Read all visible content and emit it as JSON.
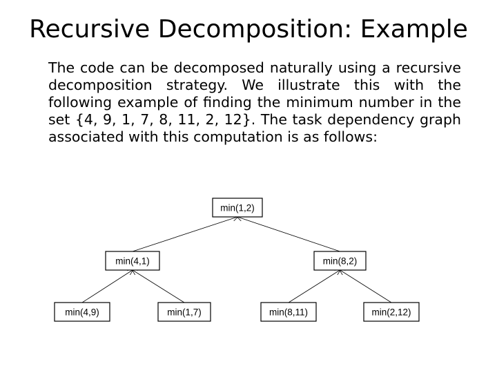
{
  "slide": {
    "title": "Recursive Decomposition: Example",
    "body": "The code can be decomposed naturally using a recursive decomposition strategy. We illustrate this with the following example of finding the minimum number in the set {4, 9, 1, 7, 8, 11, 2, 12}. The task dependency graph associated with this computation is as follows:"
  },
  "graph": {
    "nodes": [
      {
        "id": "root",
        "label": "min(1,2)"
      },
      {
        "id": "left",
        "label": "min(4,1)"
      },
      {
        "id": "right",
        "label": "min(8,2)"
      },
      {
        "id": "ll",
        "label": "min(4,9)"
      },
      {
        "id": "lr",
        "label": "min(1,7)"
      },
      {
        "id": "rl",
        "label": "min(8,11)"
      },
      {
        "id": "rr",
        "label": "min(2,12)"
      }
    ],
    "edges": [
      {
        "from": "ll",
        "to": "left"
      },
      {
        "from": "lr",
        "to": "left"
      },
      {
        "from": "rl",
        "to": "right"
      },
      {
        "from": "rr",
        "to": "right"
      },
      {
        "from": "left",
        "to": "root"
      },
      {
        "from": "right",
        "to": "root"
      }
    ]
  }
}
